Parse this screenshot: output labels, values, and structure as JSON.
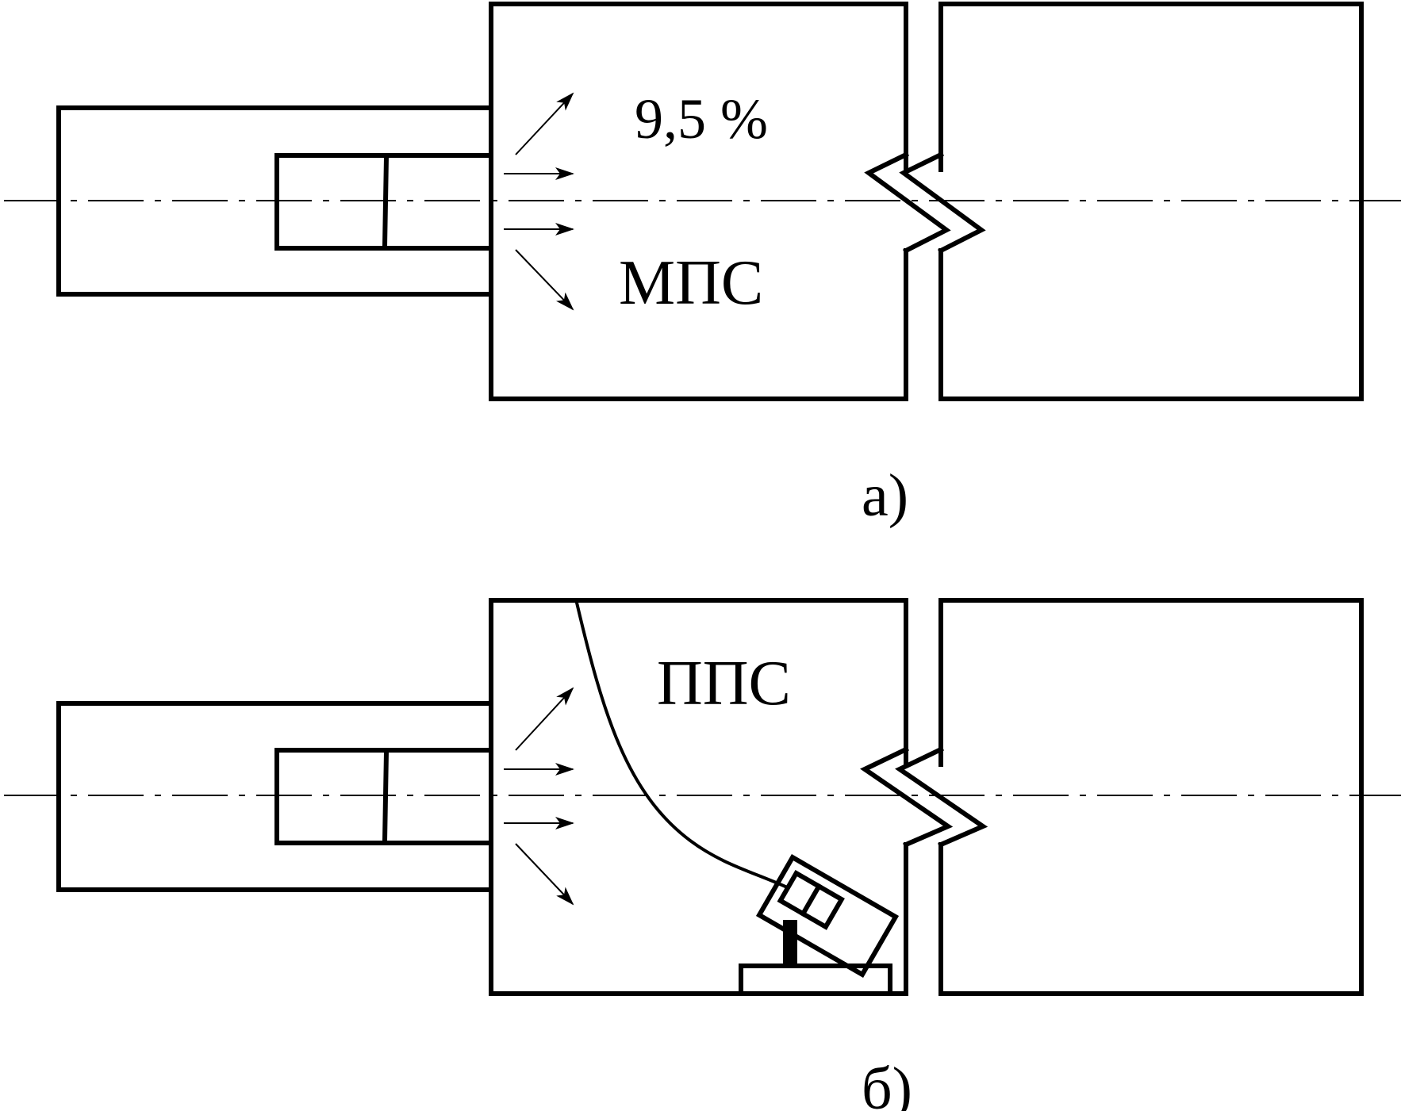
{
  "panel_a": {
    "concentration_label": "9,5 %",
    "zone_label": "МПС",
    "caption": "а)"
  },
  "panel_b": {
    "zone_label": "ППС",
    "caption": "б)"
  },
  "colors": {
    "line": "#000000",
    "background": "#ffffff"
  }
}
